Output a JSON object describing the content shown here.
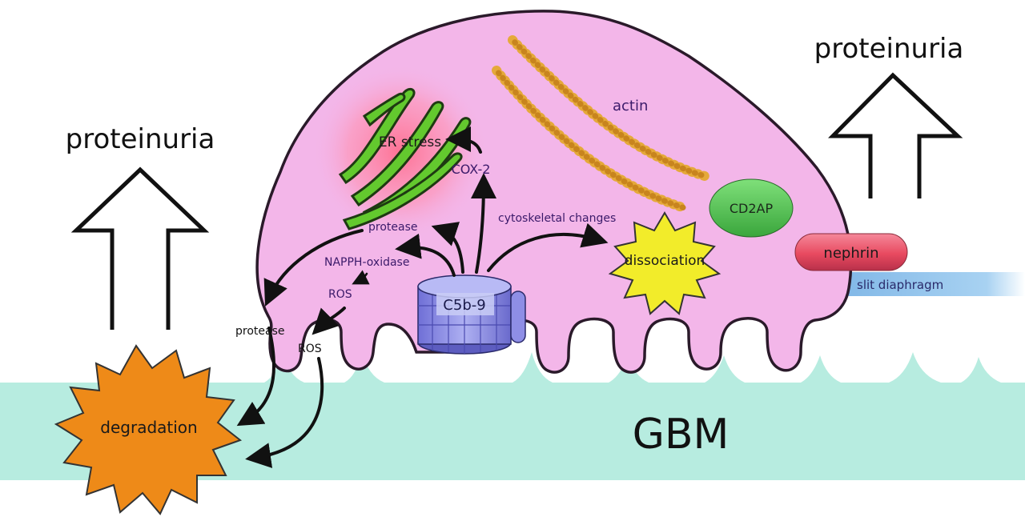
{
  "labels": {
    "proteinuria_left": "proteinuria",
    "proteinuria_right": "proteinuria",
    "er_stress": "ER stress",
    "cox2": "COX-2",
    "actin": "actin",
    "cd2ap": "CD2AP",
    "cytoskeletal_changes": "cytoskeletal changes",
    "dissociation": "dissociation",
    "nephrin": "nephrin",
    "slit_diaphragm": "slit diaphragm",
    "protease_inner": "protease",
    "napph_oxidase": "NAPPH-oxidase",
    "ros_inner": "ROS",
    "c5b9": "C5b-9",
    "protease_outer": "protease",
    "ros_outer": "ROS",
    "degradation": "degradation",
    "gbm": "GBM"
  },
  "colors": {
    "cell_body": "#f3b6e9",
    "cell_outline": "#2a1a2a",
    "gbm": "#b7ece0",
    "er_stress_glow": "#ff7f9a",
    "er_tubule": "#63c92e",
    "actin": "#e5a93a",
    "cd2ap": "#58c95a",
    "dissociation_burst": "#f2ec2a",
    "nephrin": "#ee5a6e",
    "slit_diaphragm": "#8ec1ea",
    "c5b9": "#8e8ee6",
    "degradation_burst": "#ee8a18",
    "arrow": "#111111",
    "label_purple": "#3b1a6a"
  }
}
